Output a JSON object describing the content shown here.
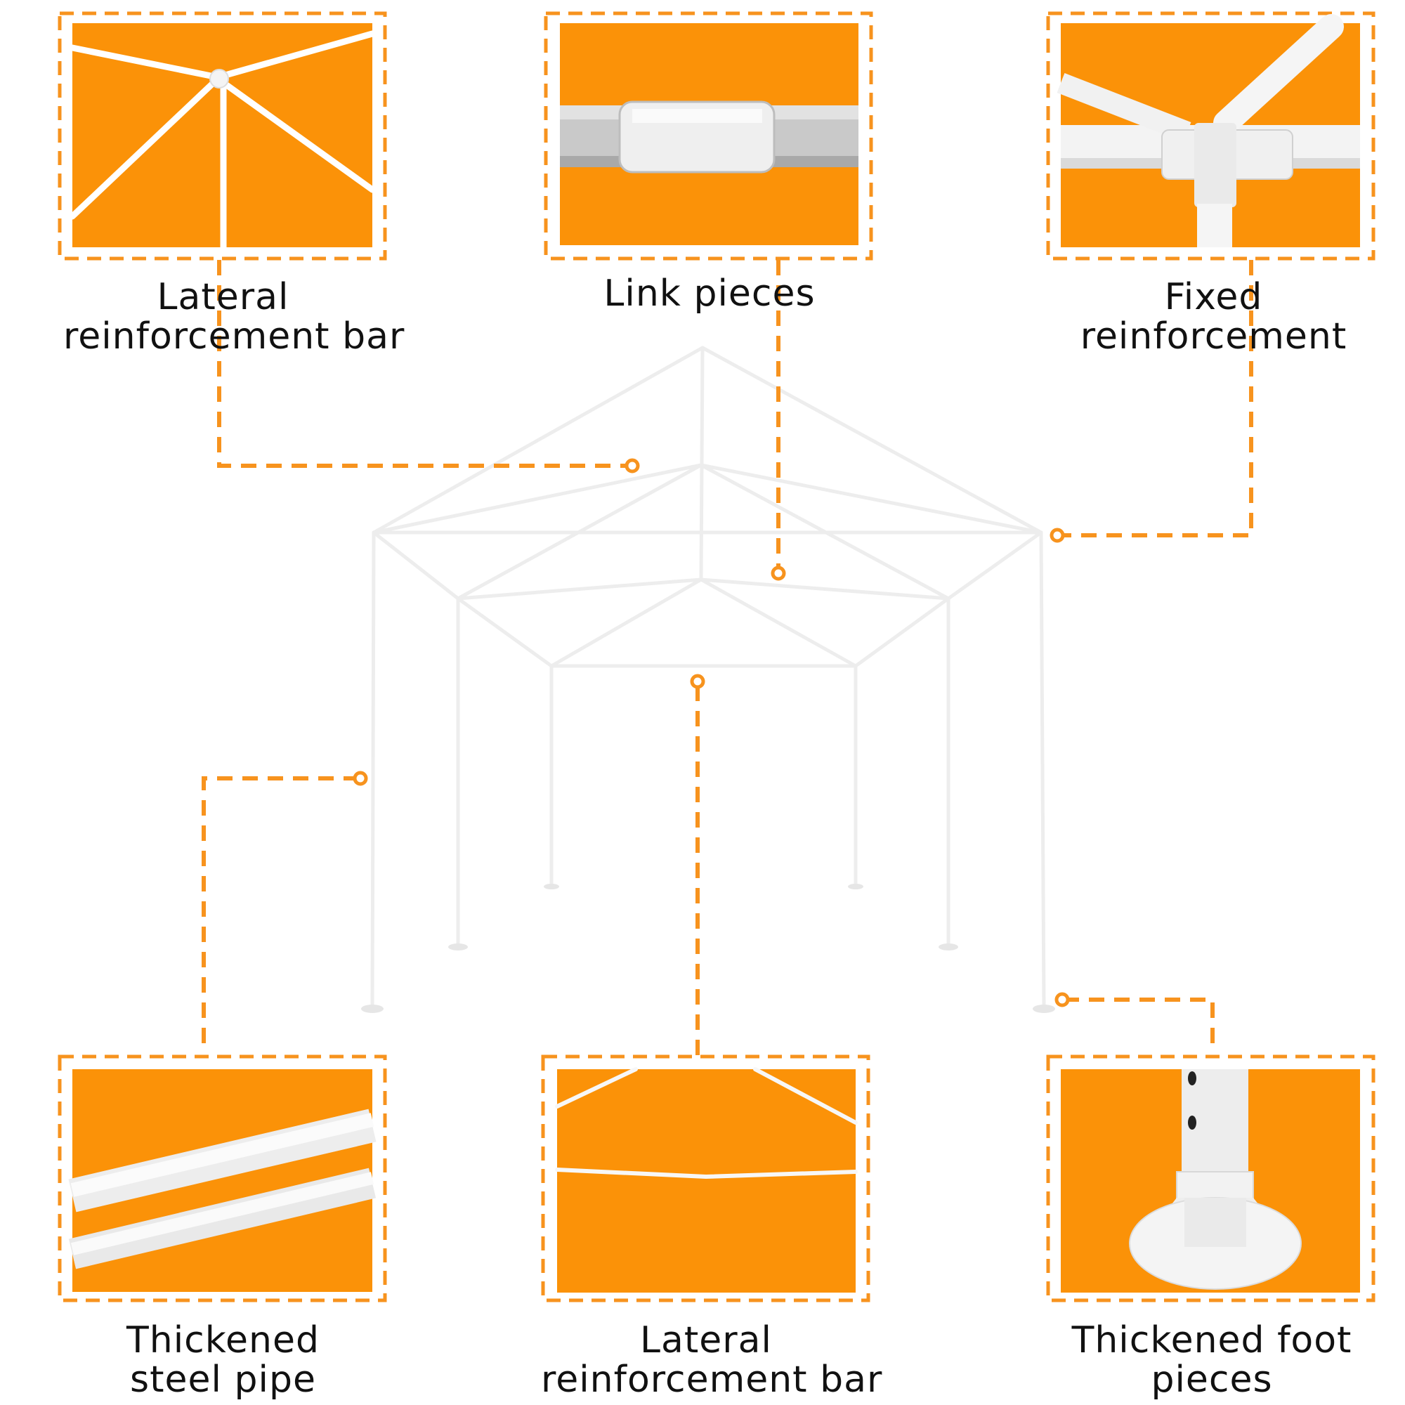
{
  "colors": {
    "accent": "#F7931E",
    "panel": "#FB9208",
    "pipe": "#FFFFFF",
    "frame_line": "#EFEFEF"
  },
  "callouts": [
    {
      "id": "top-left",
      "lines": [
        "Lateral",
        "reinforcement bar"
      ]
    },
    {
      "id": "top-center",
      "lines": [
        "Link pieces"
      ]
    },
    {
      "id": "top-right",
      "lines": [
        "Fixed",
        "reinforcement"
      ]
    },
    {
      "id": "bottom-left",
      "lines": [
        "Thickened",
        "steel pipe"
      ]
    },
    {
      "id": "bottom-center",
      "lines": [
        "Lateral",
        "reinforcement bar"
      ]
    },
    {
      "id": "bottom-right",
      "lines": [
        "Thickened foot",
        "pieces"
      ]
    }
  ]
}
